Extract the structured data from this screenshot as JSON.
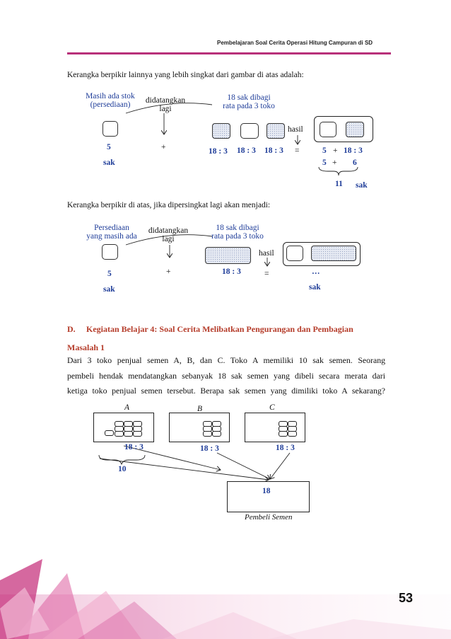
{
  "header": {
    "running_title": "Pembelajaran Soal Cerita Operasi Hitung Campuran di SD"
  },
  "section1": {
    "intro": "Kerangka berpikir lainnya yang lebih singkat dari gambar di atas adalah:",
    "label_stock": [
      "Masih ada stok",
      "(persediaan)"
    ],
    "label_brought": [
      "didatangkan",
      "lagi"
    ],
    "label_divided": [
      "18 sak dibagi",
      "rata pada 3 toko"
    ],
    "label_result": "hasil",
    "val_stock": "5",
    "unit_stock": "sak",
    "op_plus": "+",
    "div1": "18 : 3",
    "div2": "18 : 3",
    "div3": "18 : 3",
    "equals": "=",
    "res_5": "5",
    "res_plus": "+",
    "res_div": "18 : 3",
    "res2_5": "5",
    "res2_plus": "+",
    "res2_6": "6",
    "total": "11",
    "total_unit": "sak"
  },
  "section2": {
    "intro": "Kerangka berpikir di atas, jika dipersingkat lagi akan menjadi:",
    "label_stock": [
      "Persediaan",
      "yang masih ada"
    ],
    "label_brought": [
      "didatangkan",
      "lagi"
    ],
    "label_divided": [
      "18 sak dibagi",
      "rata pada 3 toko"
    ],
    "label_result": "hasil",
    "val_stock": "5",
    "unit_stock": "sak",
    "op_plus": "+",
    "div": "18 : 3",
    "equals": "=",
    "res": "…",
    "res_unit": "sak"
  },
  "section3": {
    "heading_letter": "D.",
    "heading": "Kegiatan Belajar 4: Soal Cerita Melibatkan Pengurangan dan Pembagian",
    "problem_title": "Masalah 1",
    "body_lines": [
      "Dari 3 toko penjual semen A, B, dan C. Toko A memiliki 10 sak semen. Seorang",
      "pembeli hendak mendatangkan sebanyak 18 sak semen yang dibeli secara merata dari",
      "ketiga toko penjual semen tersebut. Berapa sak semen yang dimiliki toko A sekarang?"
    ],
    "store_a": "A",
    "store_b": "B",
    "store_c": "C",
    "div_a": "18 : 3",
    "div_b": "18 : 3",
    "div_c": "18 : 3",
    "ten": "10",
    "eighteen": "18",
    "buyer": "Pembeli Semen"
  },
  "footer": {
    "page_number": "53"
  },
  "colors": {
    "accent_rule": "#b8307a",
    "blue_text": "#1f3d99",
    "heading_red": "#b53c2a",
    "footer_magenta": "#d14b95"
  }
}
